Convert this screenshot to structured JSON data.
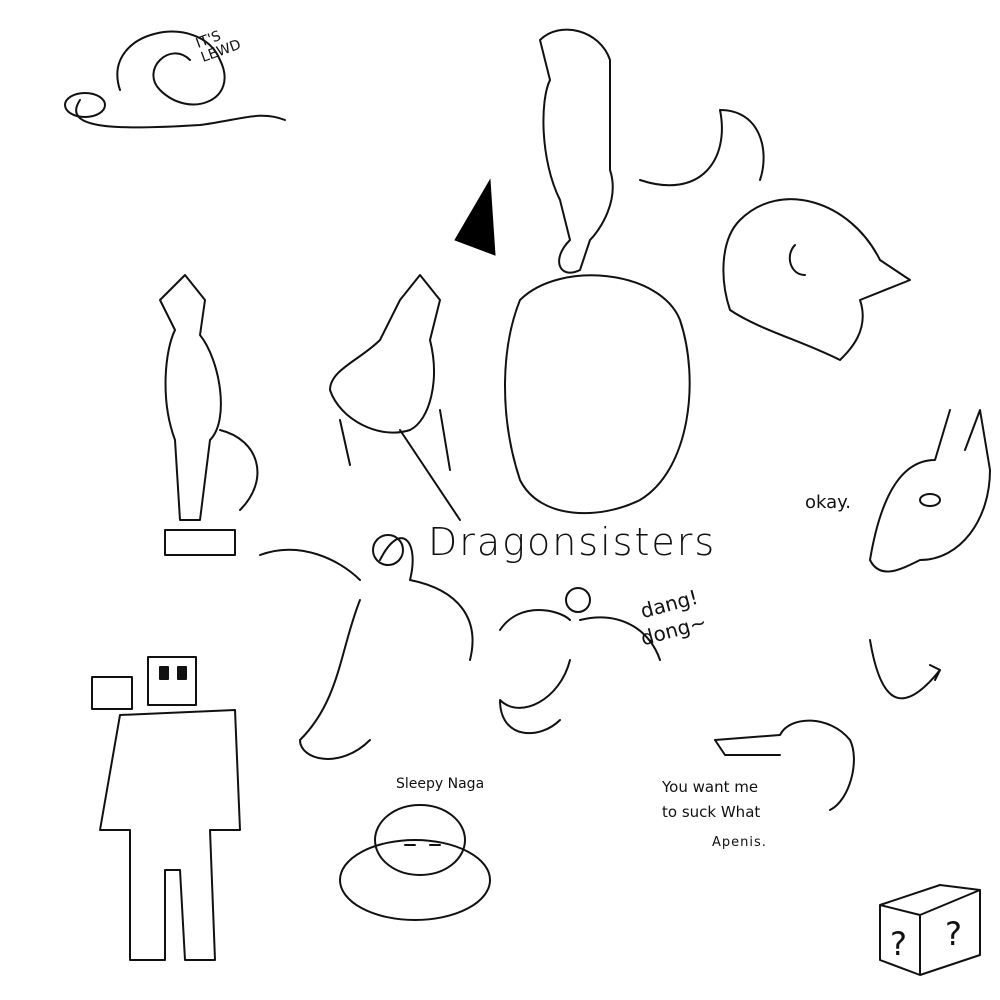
{
  "labels": {
    "lewd_tag": "IT'S LEWD",
    "title": "Dragonsisters",
    "dang": "dang!",
    "dong": "dong~",
    "okay": "okay.",
    "sleepy": "Sleepy Naga",
    "question_line1": "You want me",
    "question_line2": "to suck What",
    "answer": "Apenis."
  },
  "colors": {
    "ink": "#111111",
    "background": "#ffffff",
    "hat": "#000000"
  }
}
